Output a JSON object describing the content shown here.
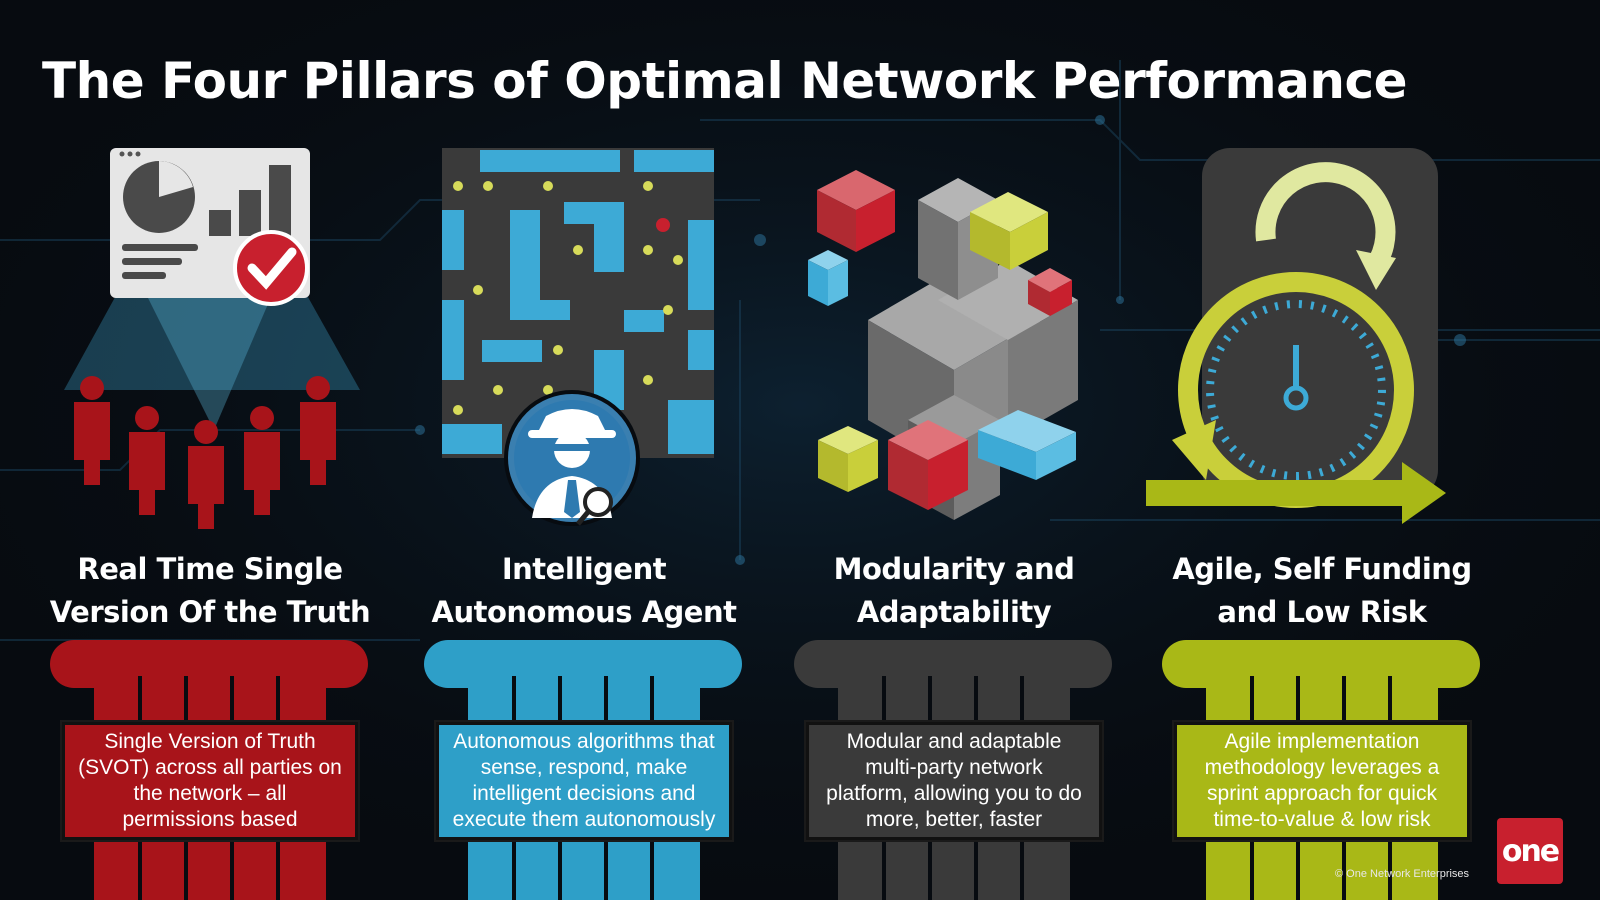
{
  "title": "The Four Pillars of Optimal Network Performance",
  "colors": {
    "red": "#a8141a",
    "blue": "#2e9fc8",
    "gray": "#3a3a3a",
    "lime": "#a9b817",
    "background": "#070b10"
  },
  "pillars": [
    {
      "label_lines": [
        "Real Time Single",
        "Version Of the Truth"
      ],
      "desc_lines": [
        "Single Version of Truth",
        "(SVOT) across all parties on",
        "the network – all",
        "permissions based"
      ],
      "color": "#a8141a",
      "icon": "dashboard-people-icon"
    },
    {
      "label_lines": [
        "Intelligent",
        "Autonomous Agent"
      ],
      "desc_lines": [
        "Autonomous algorithms that",
        "sense, respond, make",
        "intelligent decisions and",
        "execute them autonomously"
      ],
      "color": "#2e9fc8",
      "icon": "maze-agent-icon"
    },
    {
      "label_lines": [
        "Modularity and",
        "Adaptability"
      ],
      "desc_lines": [
        "Modular and adaptable",
        "multi-party network",
        "platform, allowing you to do",
        "more, better, faster"
      ],
      "color": "#3a3a3a",
      "icon": "cubes-icon"
    },
    {
      "label_lines": [
        "Agile, Self Funding",
        "and Low Risk"
      ],
      "desc_lines": [
        "Agile implementation",
        "methodology leverages a",
        "sprint approach for quick",
        "time-to-value & low risk"
      ],
      "color": "#a9b817",
      "icon": "sprint-cycle-icon"
    }
  ],
  "footer": {
    "copyright": "© One Network Enterprises",
    "logo_text": "one"
  }
}
